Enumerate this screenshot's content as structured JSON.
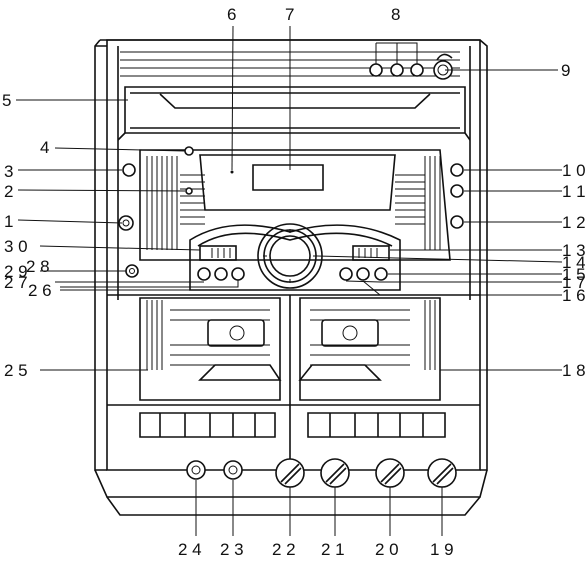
{
  "callouts": {
    "c1": "1",
    "c2": "2",
    "c3": "3",
    "c4": "4",
    "c5": "5",
    "c6": "6",
    "c7": "7",
    "c8": "8",
    "c9": "9",
    "c10": "1 0",
    "c11": "1 1",
    "c12": "1 2",
    "c13": "1 3",
    "c14": "1 4",
    "c15": "1 5",
    "c16": "1 6",
    "c17": "1 7",
    "c18": "1 8",
    "c19": "1 9",
    "c20": "2 0",
    "c21": "2 1",
    "c22": "2 2",
    "c23": "2 3",
    "c24": "2 4",
    "c25": "2 5",
    "c26": "2 6",
    "c27": "2 7",
    "c28": "2 8",
    "c29": "2 9",
    "c30": "3 0"
  },
  "colors": {
    "line": "#111111",
    "background": "#ffffff"
  }
}
